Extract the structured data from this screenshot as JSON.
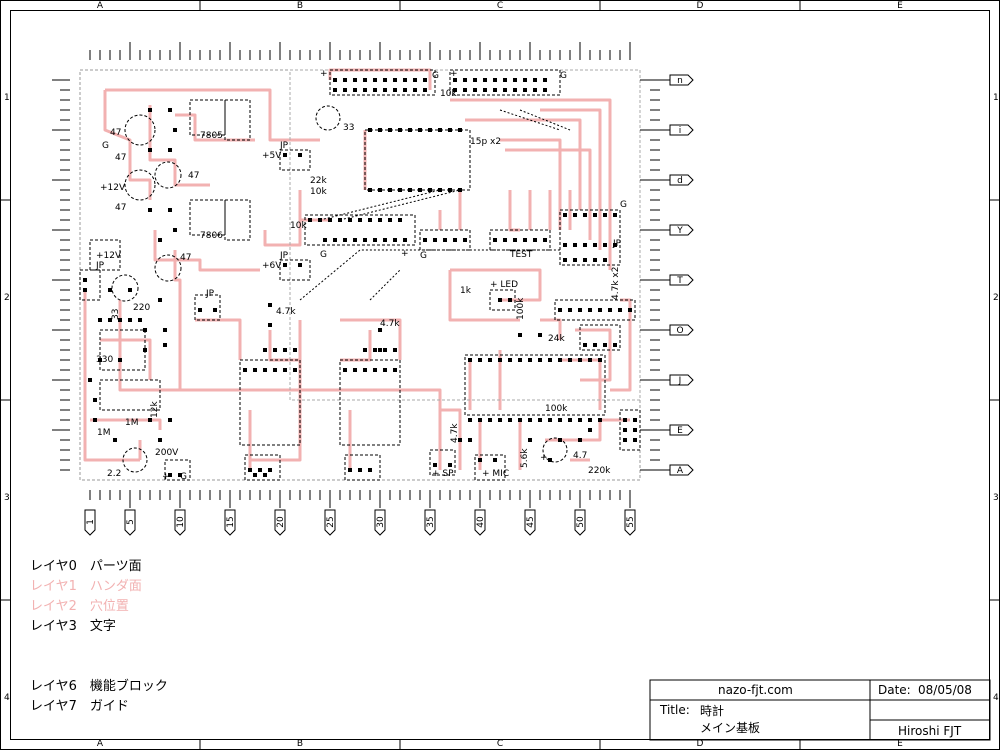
{
  "colors": {
    "trace": "#f2b1b1",
    "line": "#000000",
    "guide": "#888888"
  },
  "frame": {
    "col_labels": [
      "A",
      "B",
      "C",
      "D",
      "E"
    ],
    "row_labels": [
      "1",
      "2",
      "3",
      "4"
    ]
  },
  "right_pins": [
    "n",
    "i",
    "d",
    "Y",
    "T",
    "O",
    "J",
    "E",
    "A"
  ],
  "bottom_pins": [
    "1",
    "5",
    "10",
    "15",
    "20",
    "25",
    "30",
    "35",
    "40",
    "45",
    "50",
    "55"
  ],
  "parts": {
    "reg1": "7805",
    "reg2": "7806",
    "c47_a": "47",
    "c47_b": "47",
    "c47_c": "47",
    "c47_d": "47",
    "c47_e": "47",
    "gnd_a": "G",
    "v12_a": "+12V",
    "v12_b": "+12V",
    "jp_5v": "JP",
    "v5": "+5V",
    "jp_6v": "JP",
    "v6": "+6V",
    "c33": "33",
    "r22k": "22k",
    "r10k_a": "10k",
    "r10k_b": "10k",
    "r10k_c": "10k",
    "c15p": "15p x2",
    "g_top1": "G",
    "g_top2": "G",
    "plus_top": "+",
    "plus_top2": "+",
    "jp_left": "JP",
    "r220": "220",
    "jp_mid": "JP",
    "r33": "33",
    "r330": "330",
    "r4k7_a": "4.7k",
    "r4k7_b": "4.7k",
    "r1m_a": "1M",
    "r1m_b": "1M",
    "r12k": "12k",
    "c200v": "200V",
    "c2_2": "2.2",
    "plus_b1": "+",
    "g_b1": "G",
    "g_mid": "G",
    "plus_mid": "+",
    "g_mid2": "G",
    "test": "TEST",
    "r1k": "1k",
    "led": "+ LED",
    "r100k_a": "100k",
    "r24k": "24k",
    "r4k7x2": "4.7k x2",
    "jp_right": "JP",
    "g_right": "G",
    "r100k_b": "100k",
    "r4k7_c": "4.7k",
    "r5k6": "5.6k",
    "c4_7": "4.7",
    "r220k": "220k",
    "sp": "+ SP",
    "mic": "+ MIC",
    "plus_c": "+"
  },
  "layers": [
    {
      "label": "レイヤ0　パーツ面",
      "color": "#000000"
    },
    {
      "label": "レイヤ1　ハンダ面",
      "color": "#f2b1b1"
    },
    {
      "label": "レイヤ2　穴位置",
      "color": "#f2b1b1"
    },
    {
      "label": "レイヤ3　文字",
      "color": "#000000"
    }
  ],
  "layers2": [
    {
      "label": "レイヤ6　機能ブロック",
      "color": "#000000"
    },
    {
      "label": "レイヤ7　ガイド",
      "color": "#000000"
    }
  ],
  "title_block": {
    "site": "nazo-fjt.com",
    "date_label": "Date:",
    "date": "08/05/08",
    "title_label": "Title:",
    "title": "時計",
    "subtitle": "メイン基板",
    "author": "Hiroshi FJT"
  }
}
